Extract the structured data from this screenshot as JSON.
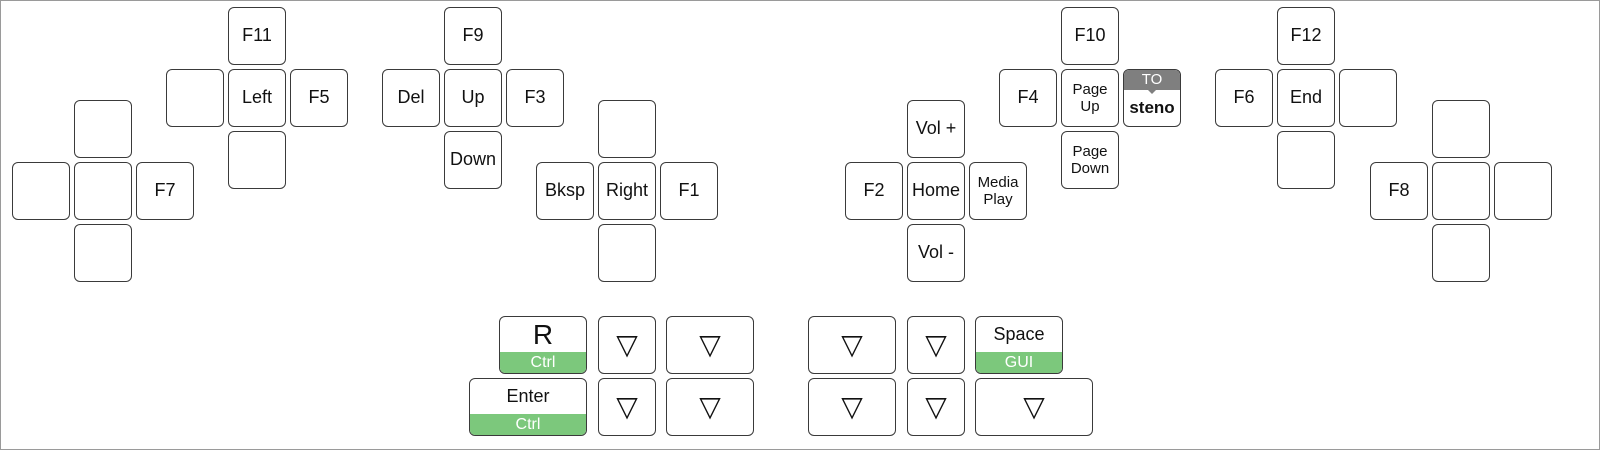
{
  "colors": {
    "hold_bar": "#7cc87c",
    "layer_bar": "#7f7f7f",
    "key_border": "#3a3a3a"
  },
  "trans_symbol": "▽",
  "keys": [
    {
      "label": "F11"
    },
    {
      "label": ""
    },
    {
      "label": "Left"
    },
    {
      "label": "F5"
    },
    {
      "label": ""
    },
    {
      "label": ""
    },
    {
      "label": ""
    },
    {
      "label": ""
    },
    {
      "label": "F7"
    },
    {
      "label": ""
    },
    {
      "label": "F9"
    },
    {
      "label": "Del"
    },
    {
      "label": "Up"
    },
    {
      "label": "F3"
    },
    {
      "label": "Down"
    },
    {
      "label": ""
    },
    {
      "label": "Bksp"
    },
    {
      "label": "Right"
    },
    {
      "label": "F1"
    },
    {
      "label": ""
    },
    {
      "label": "F10"
    },
    {
      "label": "F4"
    },
    {
      "label": "Page\nUp"
    },
    {
      "label": "steno",
      "top": "TO"
    },
    {
      "label": "Page\nDown"
    },
    {
      "label": "Vol +"
    },
    {
      "label": "F2"
    },
    {
      "label": "Home"
    },
    {
      "label": "Media\nPlay"
    },
    {
      "label": "Vol -"
    },
    {
      "label": "F12"
    },
    {
      "label": "F6"
    },
    {
      "label": "End"
    },
    {
      "label": ""
    },
    {
      "label": ""
    },
    {
      "label": ""
    },
    {
      "label": "F8"
    },
    {
      "label": ""
    },
    {
      "label": ""
    },
    {
      "label": ""
    },
    {
      "label": "R",
      "hold": "Ctrl"
    },
    {
      "label": "▽"
    },
    {
      "label": "▽"
    },
    {
      "label": "Enter",
      "hold": "Ctrl"
    },
    {
      "label": "▽"
    },
    {
      "label": "▽"
    },
    {
      "label": "▽"
    },
    {
      "label": "▽"
    },
    {
      "label": "Space",
      "hold": "GUI"
    },
    {
      "label": "▽"
    },
    {
      "label": "▽"
    },
    {
      "label": "▽"
    }
  ]
}
